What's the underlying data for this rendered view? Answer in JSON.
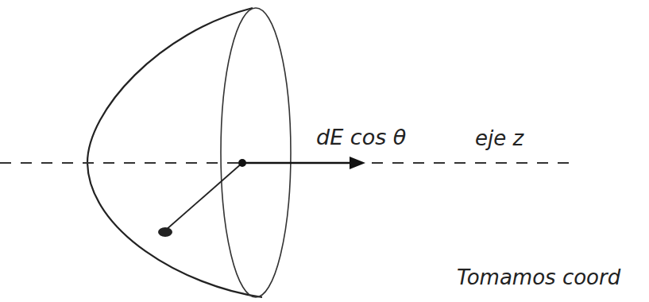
{
  "diagram": {
    "labels": [
      "dE cos θ",
      "eje z",
      "Tomamos coord"
    ]
  }
}
